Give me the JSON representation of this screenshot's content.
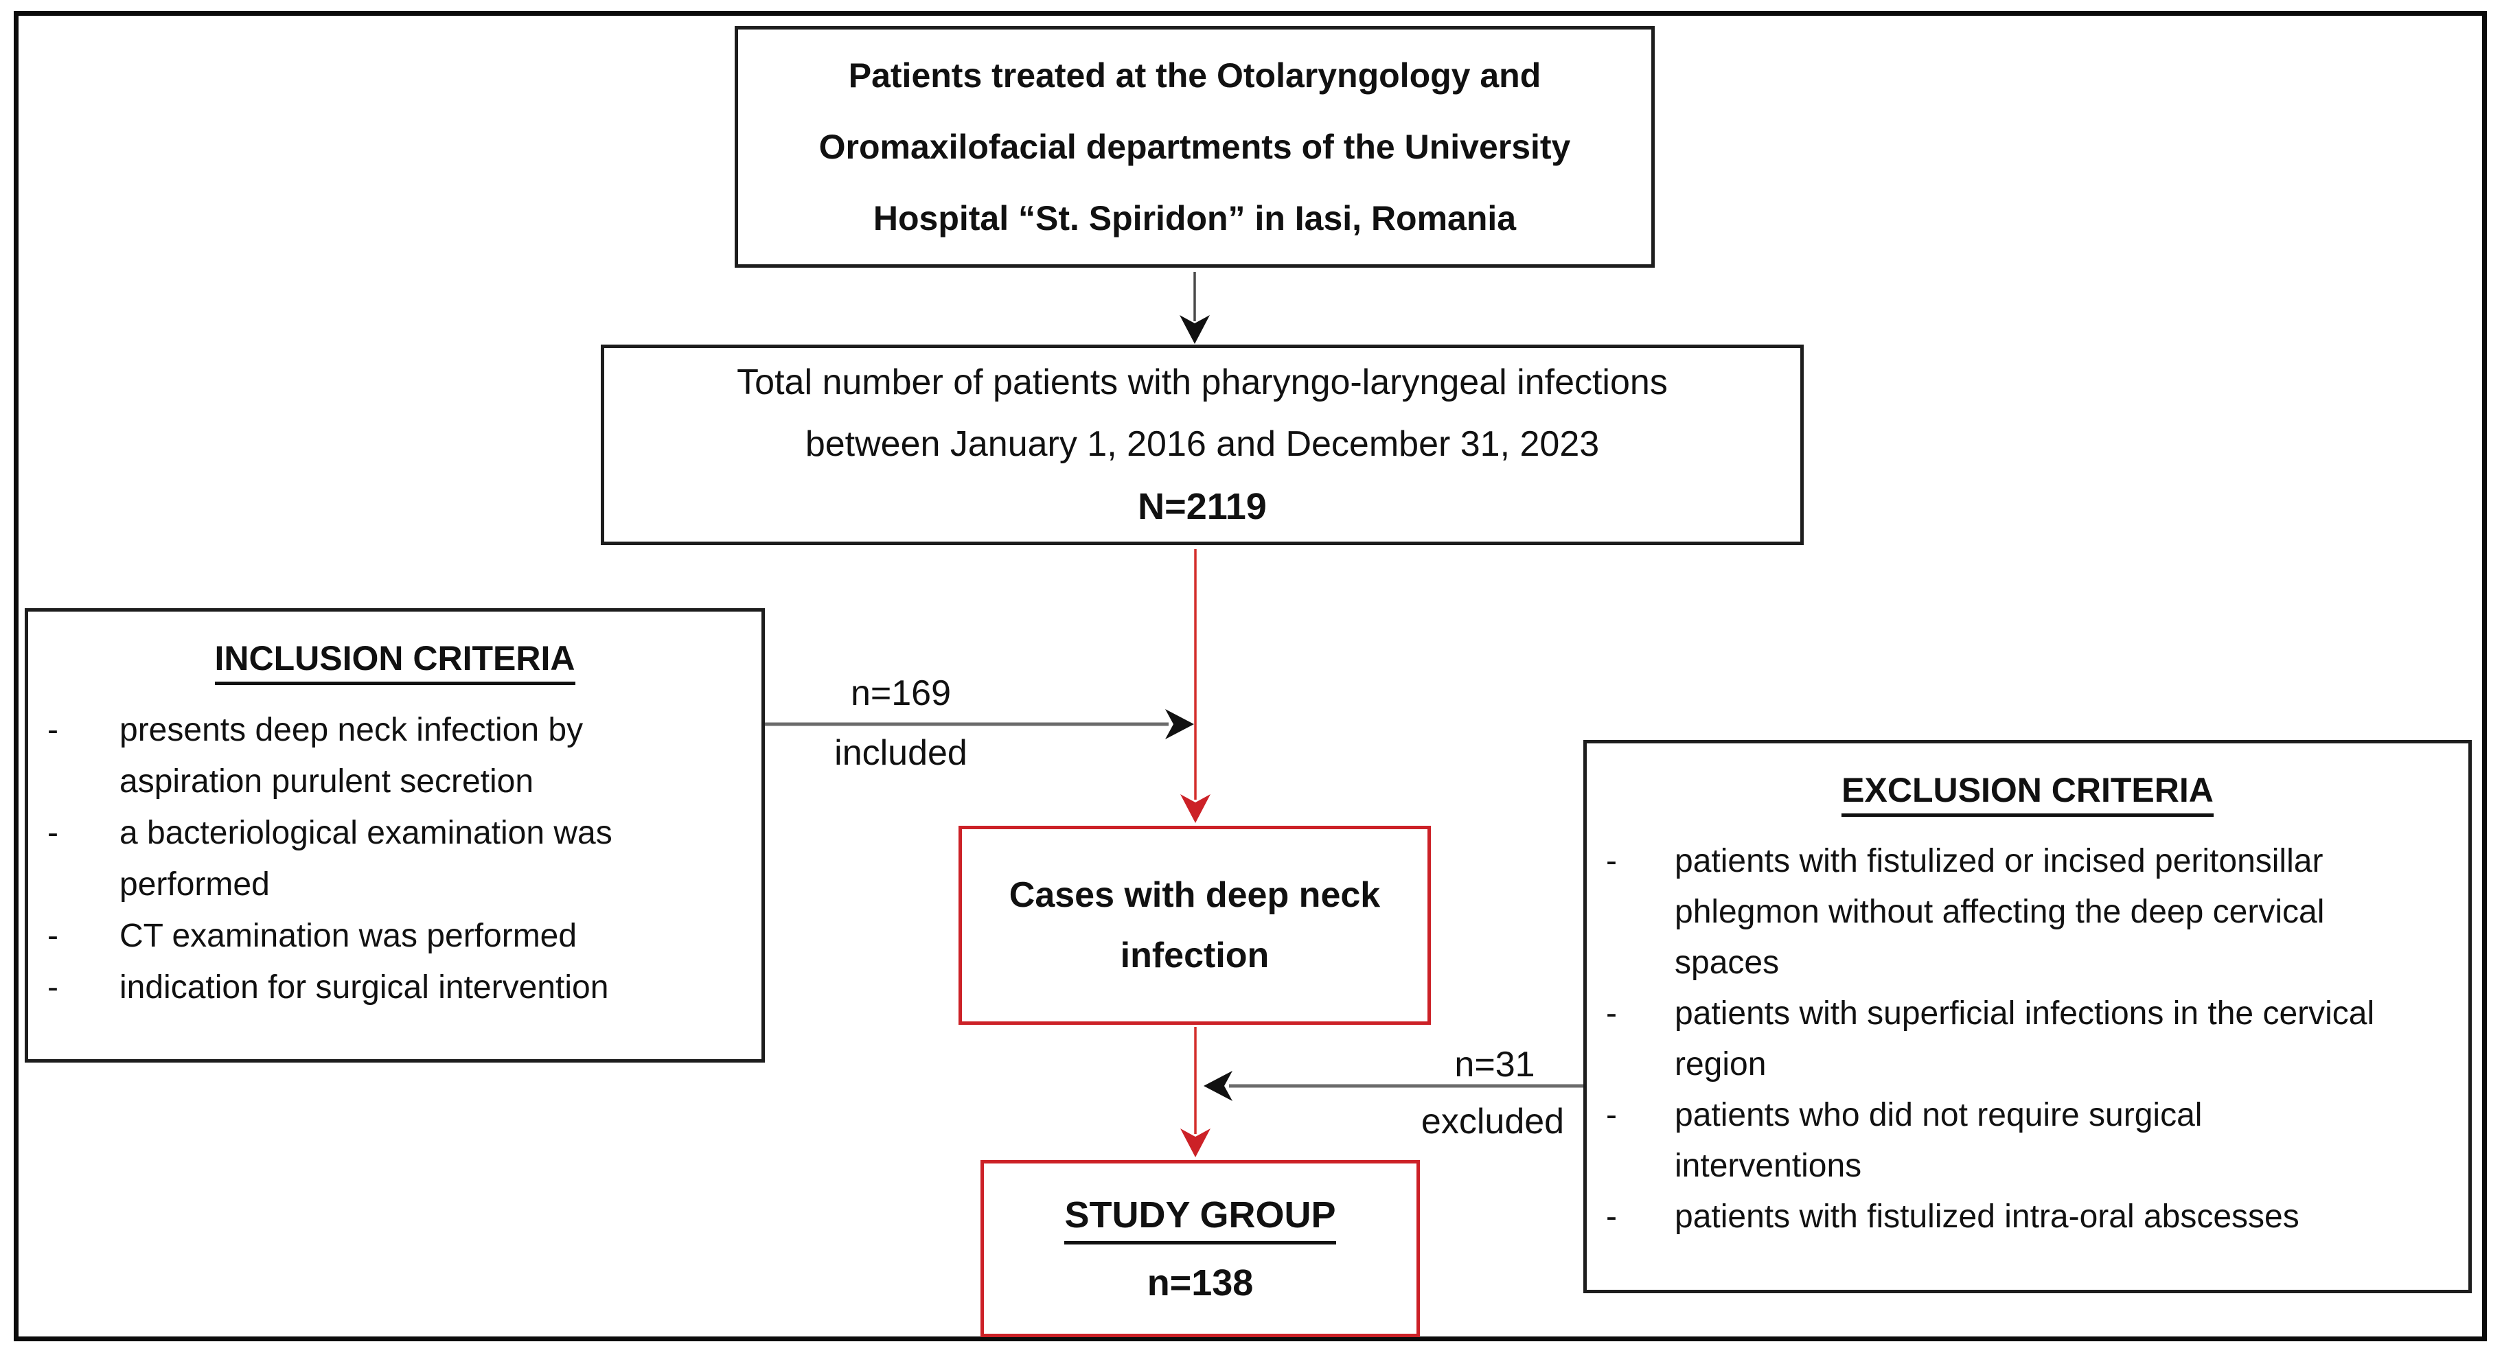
{
  "figure": {
    "top_box": {
      "line1": "Patients treated at the Otolaryngology and",
      "line2": "Oromaxilofacial departments of the University",
      "line3": "Hospital “St. Spiridon” in Iasi, Romania"
    },
    "total_box": {
      "line1": "Total number of patients with pharyngo-laryngeal infections",
      "line2": "between January 1, 2016 and December 31, 2023",
      "count": "N=2119"
    },
    "inclusion_box": {
      "title": "INCLUSION CRITERIA",
      "items": [
        "presents deep neck infection by aspiration purulent secretion",
        "a bacteriological examination was performed",
        "CT examination was performed",
        "indication for surgical intervention"
      ]
    },
    "cases_box": {
      "line1": "Cases with deep neck",
      "line2": "infection"
    },
    "exclusion_box": {
      "title": "EXCLUSION CRITERIA",
      "items": [
        "patients with fistulized or incised peritonsillar phlegmon without affecting the deep cervical spaces",
        "patients with superficial infections in the cervical region",
        "patients who did not require surgical interventions",
        "patients with fistulized intra-oral abscesses"
      ]
    },
    "study_box": {
      "title": "STUDY GROUP",
      "count": "n=138"
    },
    "included_arrow": {
      "count": "n=169",
      "label": "included"
    },
    "excluded_arrow": {
      "count": "n=31",
      "label": "excluded"
    },
    "bullet_char": "-",
    "colors": {
      "box_border_black": "#1d1d1d",
      "box_border_red": "#cc2127",
      "connector_red": "#d42f2c",
      "arrow_shaft_gray": "#6b6b6b",
      "arrowhead_black": "#111111",
      "frame_black": "#0b0b0b"
    }
  }
}
